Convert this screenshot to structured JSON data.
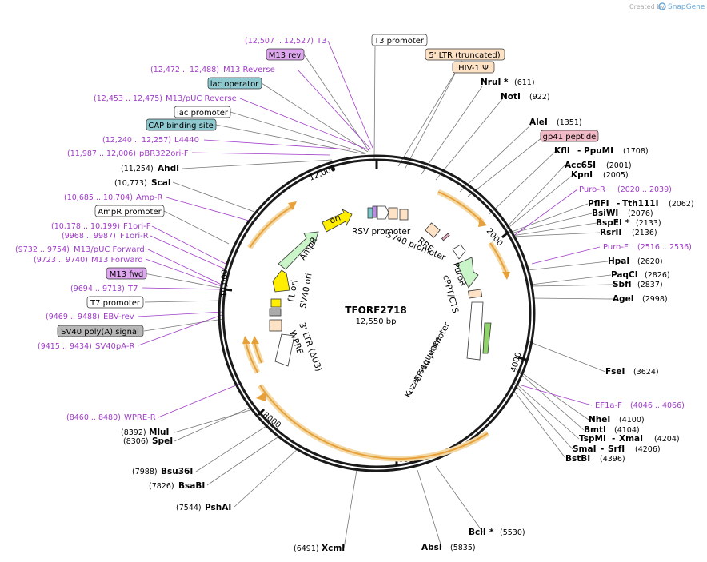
{
  "brand": {
    "created_by": "Created by",
    "name": "SnapGene"
  },
  "plasmid": {
    "name": "TFORF2718",
    "size": "12,550 bp"
  },
  "ticks": [
    "2000",
    "4000",
    "6000",
    "8000",
    "10,000",
    "12,000"
  ],
  "enzymes_right": [
    {
      "name": "NruI",
      "star": true,
      "pos": "(611)"
    },
    {
      "name": "NotI",
      "pos": "(922)"
    },
    {
      "name": "AleI",
      "pos": "(1351)"
    },
    {
      "name": "KflI",
      "name2": "PpuMI",
      "pos": "(1708)"
    },
    {
      "name": "Acc65I",
      "pos": "(2001)"
    },
    {
      "name": "KpnI",
      "pos": "(2005)"
    },
    {
      "name": "PflFI",
      "name2": "Tth111I",
      "pos": "(2062)"
    },
    {
      "name": "BsiWI",
      "pos": "(2076)"
    },
    {
      "name": "BspEI",
      "star": true,
      "pos": "(2133)"
    },
    {
      "name": "RsrII",
      "pos": "(2136)"
    },
    {
      "name": "HpaI",
      "pos": "(2620)"
    },
    {
      "name": "PaqCI",
      "pos": "(2826)"
    },
    {
      "name": "SbfI",
      "pos": "(2837)"
    },
    {
      "name": "AgeI",
      "pos": "(2998)"
    },
    {
      "name": "FseI",
      "pos": "(3624)"
    },
    {
      "name": "NheI",
      "pos": "(4100)"
    },
    {
      "name": "BmtI",
      "pos": "(4104)"
    },
    {
      "name": "TspMI",
      "name2": "XmaI",
      "pos": "(4204)"
    },
    {
      "name": "SmaI",
      "name2": "SrfI",
      "pos": "(4206)"
    },
    {
      "name": "BstBI",
      "pos": "(4396)"
    }
  ],
  "enzymes_bottom": [
    {
      "name": "BclI",
      "star": true,
      "pos": "(5530)"
    },
    {
      "name": "AbsI",
      "pos": "(5835)"
    },
    {
      "name": "XcmI",
      "pos": "(6491)"
    }
  ],
  "enzymes_left": [
    {
      "name": "AhdI",
      "pos": "(11,254)"
    },
    {
      "name": "ScaI",
      "pos": "(10,773)"
    },
    {
      "name": "MluI",
      "pos": "(8392)"
    },
    {
      "name": "SpeI",
      "pos": "(8306)"
    },
    {
      "name": "Bsu36I",
      "pos": "(7988)"
    },
    {
      "name": "BsaBI",
      "pos": "(7826)"
    },
    {
      "name": "PshAI",
      "pos": "(7544)"
    }
  ],
  "primers": [
    {
      "name": "T3",
      "range": "(12,507 .. 12,527)"
    },
    {
      "name": "M13 Reverse",
      "range": "(12,472 .. 12,488)"
    },
    {
      "name": "M13/pUC Reverse",
      "range": "(12,453 .. 12,475)"
    },
    {
      "name": "L4440",
      "range": "(12,240 .. 12,257)"
    },
    {
      "name": "pBR322ori-F",
      "range": "(11,987 .. 12,006)"
    },
    {
      "name": "Amp-R",
      "range": "(10,685 .. 10,704)"
    },
    {
      "name": "F1ori-F",
      "range": "(10,178 .. 10,199)"
    },
    {
      "name": "F1ori-R",
      "range": "(9968 .. 9987)"
    },
    {
      "name": "M13/pUC Forward",
      "range": "(9732 .. 9754)"
    },
    {
      "name": "M13 Forward",
      "range": "(9723 .. 9740)"
    },
    {
      "name": "T7",
      "range": "(9694 .. 9713)"
    },
    {
      "name": "EBV-rev",
      "range": "(9469 .. 9488)"
    },
    {
      "name": "SV40pA-R",
      "range": "(9415 .. 9434)"
    },
    {
      "name": "WPRE-R",
      "range": "(8460 .. 8480)"
    },
    {
      "name": "Puro-R",
      "range": "(2020 .. 2039)"
    },
    {
      "name": "Puro-F",
      "range": "(2516 .. 2536)"
    },
    {
      "name": "EF1a-F",
      "range": "(4046 .. 4066)"
    }
  ],
  "boxed_features": [
    {
      "name": "M13 rev",
      "style": "purple"
    },
    {
      "name": "lac operator",
      "style": "teal"
    },
    {
      "name": "lac promoter",
      "style": "white"
    },
    {
      "name": "CAP binding site",
      "style": "teal"
    },
    {
      "name": "AmpR promoter",
      "style": "white"
    },
    {
      "name": "M13 fwd",
      "style": "purple"
    },
    {
      "name": "T7 promoter",
      "style": "white"
    },
    {
      "name": "SV40 poly(A) signal",
      "style": "gray"
    },
    {
      "name": "T3 promoter",
      "style": "white"
    },
    {
      "name": "5' LTR (truncated)",
      "style": "peach"
    },
    {
      "name": "HIV-1 Ψ",
      "style": "peach"
    },
    {
      "name": "gp41 peptide",
      "style": "pink"
    }
  ],
  "inner_labels": [
    "ori",
    "AmpR",
    "f1 ori",
    "SV40 ori",
    "RSV promoter",
    "SV40 promoter",
    "RRE",
    "PuroR",
    "cPPT/CTS",
    "3' LTR (ΔU3)",
    "WPRE",
    "EF-1α promoter",
    "Kozak sequence"
  ],
  "colors": {
    "primer": "#a03cc8",
    "backbone": "#1a1a1a",
    "orf_gold": "#e8b04a",
    "ori_yellow": "#ffee00",
    "ampr_green": "#c9f5c9",
    "peach": "#fde2c6"
  }
}
